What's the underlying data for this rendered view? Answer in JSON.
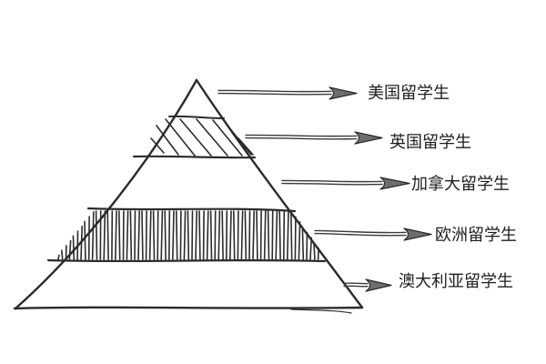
{
  "pyramid": {
    "tiers": [
      {
        "label": "美国留学生",
        "pattern": "none"
      },
      {
        "label": "英国留学生",
        "pattern": "diagonal-hatch"
      },
      {
        "label": "加拿大留学生",
        "pattern": "none"
      },
      {
        "label": "欧洲留学生",
        "pattern": "vertical-hatch"
      },
      {
        "label": "澳大利亚留学生",
        "pattern": "none"
      }
    ],
    "colors": {
      "ink": "#2b2b2b",
      "arrow_fill": "#6d6d6d",
      "background": "#ffffff"
    },
    "icons": [
      "arrow-right-icon"
    ]
  }
}
